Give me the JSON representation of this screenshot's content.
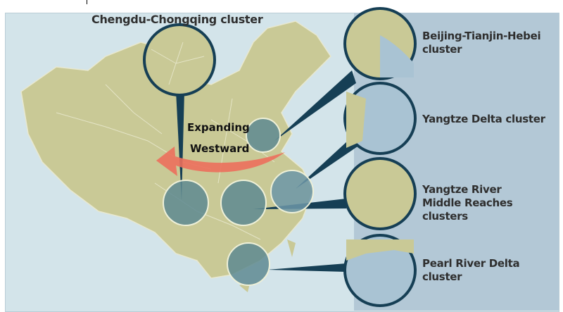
{
  "title_cluster": "Chengdu-Chongqing cluster",
  "arrow_label": {
    "line1": "Expanding",
    "line2": "Westward"
  },
  "clusters": [
    {
      "label": "Beijing-Tianjin-Hebei cluster"
    },
    {
      "label": "Yangtze Delta cluster"
    },
    {
      "label": "Yangtze River Middle Reaches clusters"
    },
    {
      "label": "Pearl River Delta cluster"
    }
  ],
  "colors": {
    "sea": "#d3e4ea",
    "land": "#c9c996",
    "panel": "#b3c8d6",
    "circle": "#5e8a92",
    "outline": "#163f55",
    "arrow": "#ec6f5c"
  }
}
